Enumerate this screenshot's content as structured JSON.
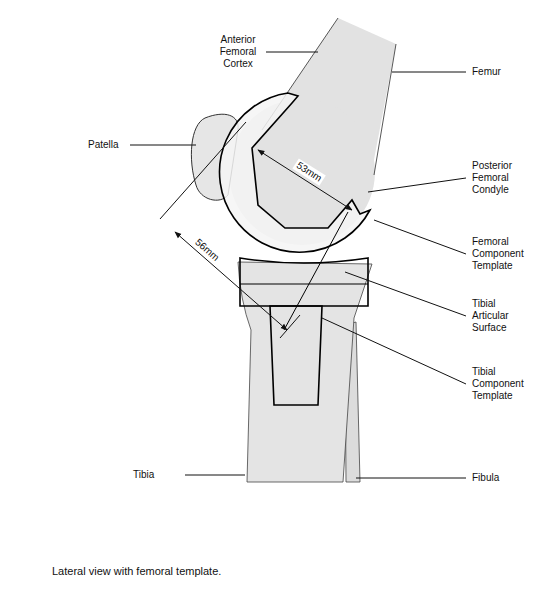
{
  "diagram": {
    "caption": "Lateral view with femoral template.",
    "labels": [
      "Anterior Femoral Cortex",
      "Femur",
      "Patella",
      "Posterior Femoral Condyle",
      "53mm",
      "Femoral Component Template",
      "56mm",
      "Tibial Articular Surface",
      "Tibial Component Template",
      "Tibia",
      "Fibula"
    ]
  }
}
